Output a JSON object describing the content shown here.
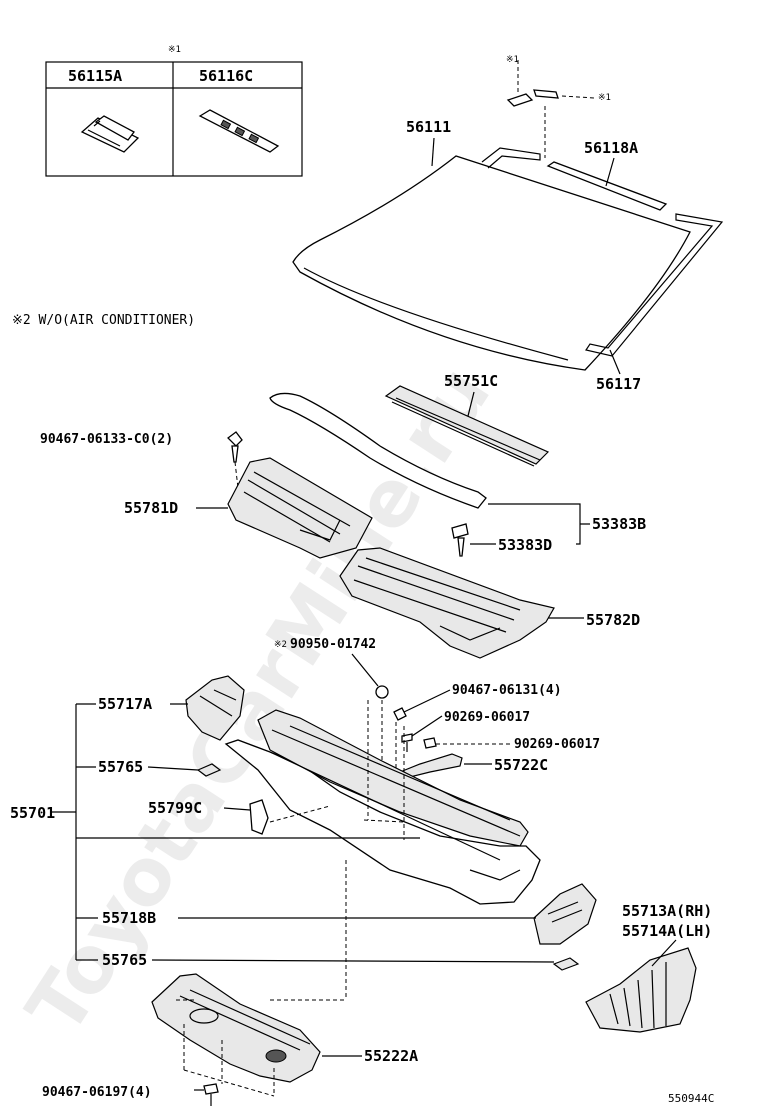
{
  "watermark": "ToyotaCarMine.ru",
  "figure_code": "550944C",
  "note_w_o": "※2 W/O(AIR CONDITIONER)",
  "inset": {
    "marker": "※1",
    "cols": [
      "56115A",
      "56116C"
    ]
  },
  "markers": {
    "m1a": "※1",
    "m1b": "※1",
    "m2": "※2"
  },
  "parts": {
    "p56111": "56111",
    "p56118A": "56118A",
    "p56117": "56117",
    "p55751C": "55751C",
    "p90467_06133": "90467-06133-C0(2)",
    "p55781D": "55781D",
    "p53383B": "53383B",
    "p53383D": "53383D",
    "p55782D": "55782D",
    "p90950": "90950-01742",
    "p55717A": "55717A",
    "p90467_06131": "90467-06131(4)",
    "p90269a": "90269-06017",
    "p90269b": "90269-06017",
    "p55765a": "55765",
    "p55722C": "55722C",
    "p55799C": "55799C",
    "p55701": "55701",
    "p55718B": "55718B",
    "p55713A": "55713A(RH)",
    "p55714A": "55714A(LH)",
    "p55765b": "55765",
    "p55222A": "55222A",
    "p90467_06197": "90467-06197(4)"
  }
}
